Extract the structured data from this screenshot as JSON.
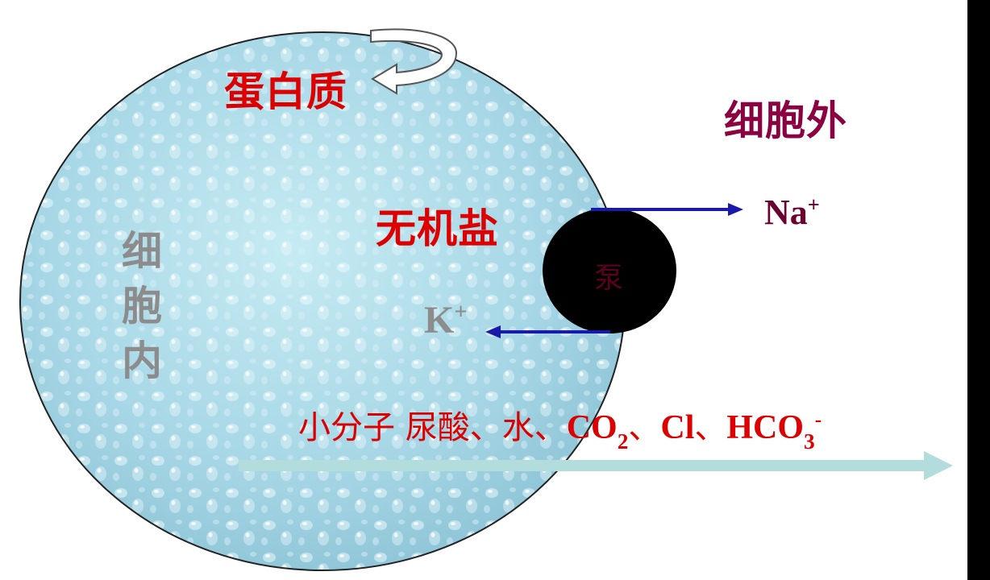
{
  "diagram": {
    "labels": {
      "protein": "蛋白质",
      "outside": "细胞外",
      "inorganic_salt": "无机盐",
      "inside": [
        "细",
        "胞",
        "内"
      ],
      "pump": "泵",
      "sodium": "Na",
      "sodium_charge": "+",
      "potassium": "K",
      "potassium_charge": "+"
    },
    "small_molecules": {
      "prefix": "小分子 ",
      "urate": "尿酸、",
      "water": "水、",
      "co2_base": "CO",
      "co2_sub": "2",
      "sep1": "、",
      "chloride": "Cl",
      "sep2": "、",
      "bicarbonate_base": "HCO",
      "bicarbonate_sub": "3",
      "bicarbonate_charge": "-"
    },
    "colors": {
      "protein": "#dd0000",
      "outside": "#8b0040",
      "inorganic_salt": "#dd0000",
      "inside": "#8c8c8c",
      "pump_fill": "#000000",
      "pump_text": "#5a0020",
      "sodium": "#6b0030",
      "potassium": "#8c8c8c",
      "small_molecules": "#dd0000",
      "transport_arrow": "#1a1aaa",
      "diffusion_arrow": "#b0dede",
      "cell_fill": "#a5d6e4",
      "protein_arrow": "#ffffff"
    }
  }
}
